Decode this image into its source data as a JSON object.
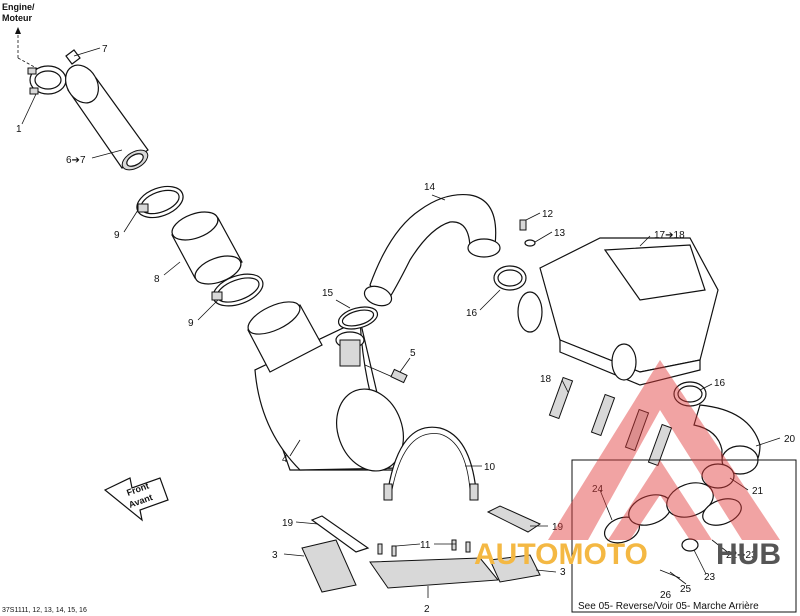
{
  "engine_label_line1": "Engine/",
  "engine_label_line2": "Moteur",
  "front_label_line1": "Front",
  "front_label_line2": "Avant",
  "callouts": {
    "c1": "1",
    "c2": "2",
    "c3a": "3",
    "c3b": "3",
    "c4": "4",
    "c5": "5",
    "c6": "6➔7",
    "c7": "7",
    "c8": "8",
    "c9a": "9",
    "c9b": "9",
    "c10": "10",
    "c11": "11",
    "c12": "12",
    "c13": "13",
    "c14": "14",
    "c15": "15",
    "c16a": "16",
    "c16b": "16",
    "c17": "17➔18",
    "c18": "18",
    "c19a": "19",
    "c19b": "19",
    "c20": "20",
    "c21": "21",
    "c22": "22➔23",
    "c23": "23",
    "c24": "24",
    "c25": "25",
    "c26": "26"
  },
  "see_note": "See 05- Reverse/Voir 05- Marche Arrière",
  "footer_code": "37S1111, 12, 13, 14, 15, 16",
  "watermark": {
    "text_left": "AUTOMOTO",
    "text_right": "HUB",
    "color_left": "#f4b843",
    "color_right": "#555555",
    "logo_color": "#e03a3a"
  }
}
